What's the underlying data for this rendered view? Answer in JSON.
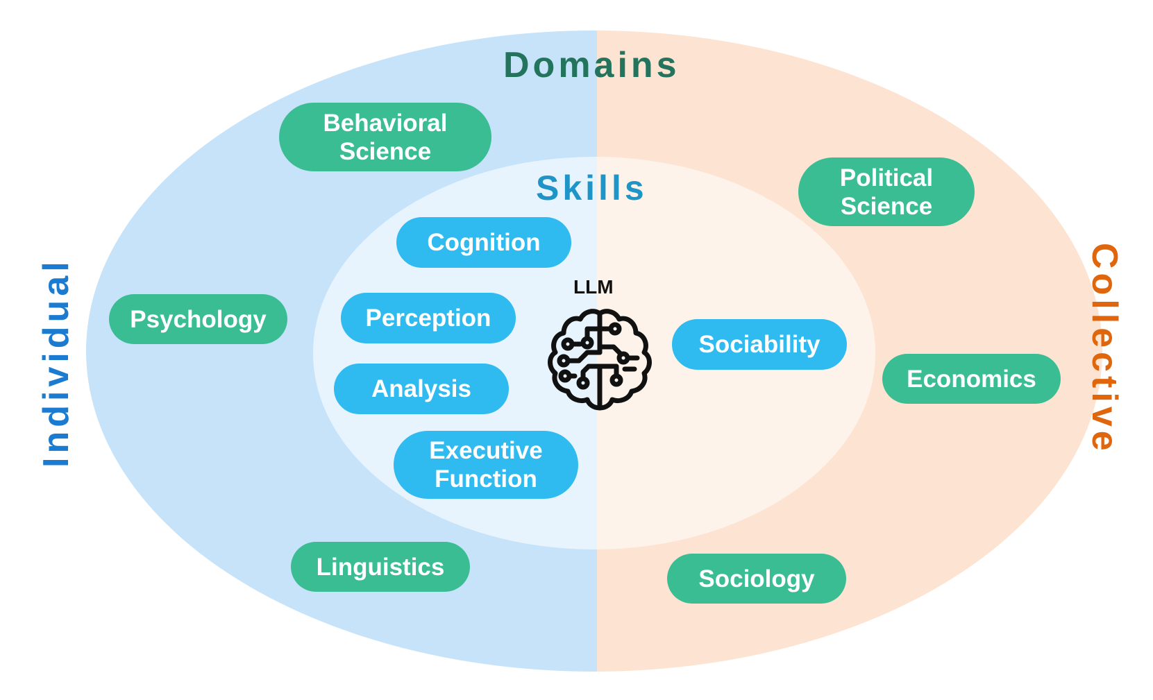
{
  "diagram": {
    "domains_title": "Domains",
    "skills_title": "Skills",
    "left_label": "Individual",
    "right_label": "Collective",
    "center_label": "LLM",
    "center_icon": "brain-circuit-icon",
    "domains": [
      {
        "id": "behavioral-science",
        "label": "Behavioral\nScience"
      },
      {
        "id": "political-science",
        "label": "Political\nScience"
      },
      {
        "id": "psychology",
        "label": "Psychology"
      },
      {
        "id": "economics",
        "label": "Economics"
      },
      {
        "id": "linguistics",
        "label": "Linguistics"
      },
      {
        "id": "sociology",
        "label": "Sociology"
      }
    ],
    "skills": [
      {
        "id": "cognition",
        "label": "Cognition"
      },
      {
        "id": "perception",
        "label": "Perception"
      },
      {
        "id": "analysis",
        "label": "Analysis"
      },
      {
        "id": "executive-function",
        "label": "Executive\nFunction"
      },
      {
        "id": "sociability",
        "label": "Sociability"
      }
    ],
    "colors": {
      "outer_left": "#c6e3fa",
      "outer_right": "#fde4d2",
      "inner_left": "#e8f4fd",
      "inner_right": "#fef3ea",
      "domain_pill": "#3bbd93",
      "skill_pill": "#2fbaf0",
      "domains_title": "#23735d",
      "skills_title": "#1f94c6",
      "individual": "#1a7bd0",
      "collective": "#e0660e"
    }
  }
}
